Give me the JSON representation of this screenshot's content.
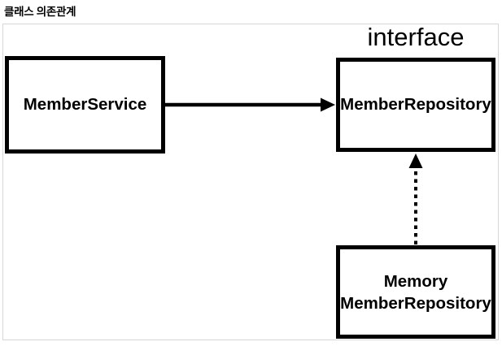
{
  "title": "클래스 의존관계",
  "diagram": {
    "interface_label": "interface",
    "nodes": {
      "member_service": {
        "label": "MemberService"
      },
      "member_repository": {
        "label": "MemberRepository"
      },
      "memory_member_repository": {
        "label_line1": "Memory",
        "label_line2": "MemberRepository"
      }
    },
    "edges": [
      {
        "from": "MemberService",
        "to": "MemberRepository",
        "line": "solid",
        "arrowhead": "filled-right"
      },
      {
        "from": "Memory MemberRepository",
        "to": "MemberRepository",
        "line": "dotted",
        "arrowhead": "filled-up"
      }
    ],
    "colors": {
      "node_border": "#000000",
      "text": "#000000",
      "frame_border": "#d6d6d6",
      "background": "#ffffff"
    }
  }
}
